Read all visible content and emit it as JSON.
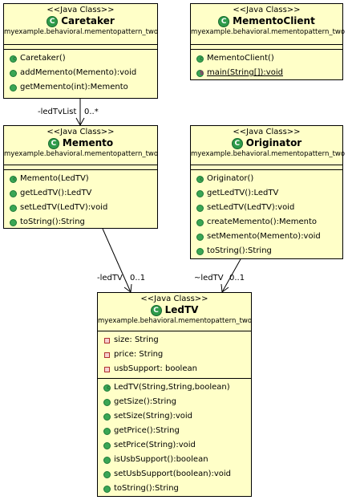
{
  "stereotype": "<<Java Class>>",
  "package": "myexample.behavioral.mementopattern_two",
  "classes": {
    "caretaker": {
      "name": "Caretaker",
      "methods": [
        "Caretaker()",
        "addMemento(Memento):void",
        "getMemento(int):Memento"
      ]
    },
    "client": {
      "name": "MementoClient",
      "methods": [
        "MementoClient()",
        "main(String[]):void"
      ]
    },
    "memento": {
      "name": "Memento",
      "methods": [
        "Memento(LedTV)",
        "getLedTV():LedTV",
        "setLedTV(LedTV):void",
        "toString():String"
      ]
    },
    "originator": {
      "name": "Originator",
      "methods": [
        "Originator()",
        "getLedTV():LedTV",
        "setLedTV(LedTV):void",
        "createMemento():Memento",
        "setMemento(Memento):void",
        "toString():String"
      ]
    },
    "ledtv": {
      "name": "LedTV",
      "fields": [
        "size: String",
        "price: String",
        "usbSupport: boolean"
      ],
      "methods": [
        "LedTV(String,String,boolean)",
        "getSize():String",
        "setSize(String):void",
        "getPrice():String",
        "setPrice(String):void",
        "isUsbSupport():boolean",
        "setUsbSupport(boolean):void",
        "toString():String"
      ]
    }
  },
  "links": {
    "caretaker_memento": {
      "role": "-ledTvList",
      "mult": "0..*"
    },
    "memento_ledtv": {
      "role": "-ledTV",
      "mult": "0..1"
    },
    "originator_ledtv": {
      "role": "~ledTV",
      "mult": "0..1"
    }
  },
  "class_icon_letter": "C",
  "ctor_marker": "c",
  "static_marker": "S",
  "colors": {
    "box_fill": "#ffffc8",
    "class_icon": "#2e9b4a",
    "private_field": "#b03030"
  }
}
